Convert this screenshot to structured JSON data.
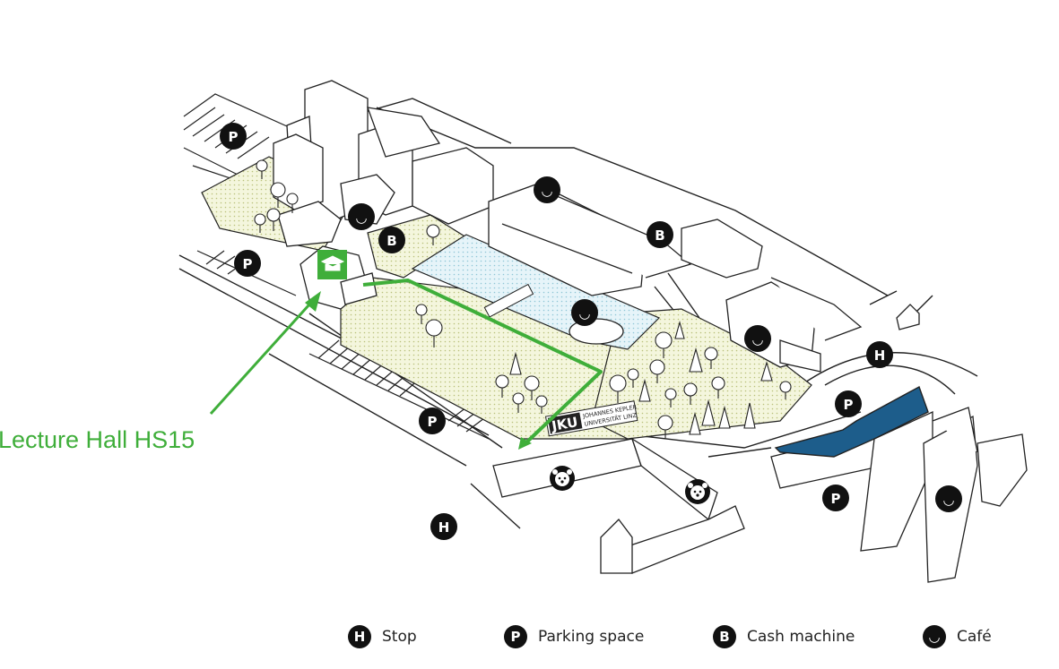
{
  "destination": {
    "label": "Lecture Hall HS15",
    "route_color": "#3fae3a"
  },
  "logo": {
    "mark": "JKU",
    "line1": "JOHANNES KEPLER",
    "line2": "UNIVERSITÄT LINZ"
  },
  "markers": {
    "stop_glyph": "H",
    "parking_glyph": "P",
    "cash_glyph": "B",
    "cafe_glyph": "◡"
  },
  "legend": [
    {
      "icon": "H",
      "icon_name": "stop-icon",
      "label": "Stop"
    },
    {
      "icon": "P",
      "icon_name": "parking-icon",
      "label": "Parking space"
    },
    {
      "icon": "B",
      "icon_name": "cash-machine-icon",
      "label": "Cash machine"
    },
    {
      "icon": "◡",
      "icon_name": "cafe-icon",
      "label": "Café"
    }
  ],
  "colors": {
    "green_area": "#f3f5dc",
    "pond": "#e4f3f8",
    "highlight_building": "#1d5d8b",
    "hs15_marker": "#3fae3a",
    "marker": "#111111"
  }
}
